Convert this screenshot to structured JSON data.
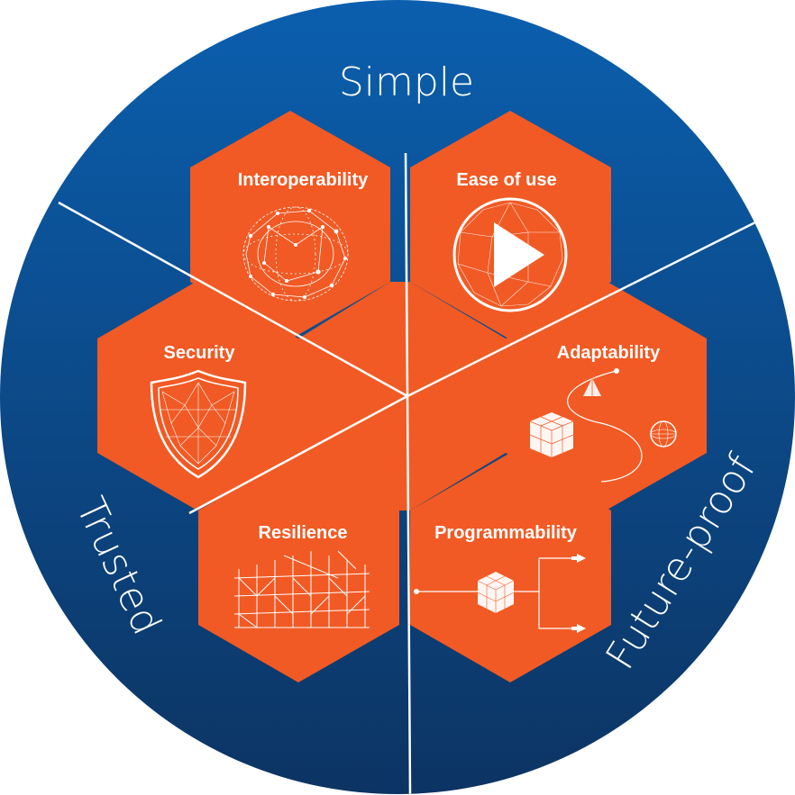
{
  "diagram": {
    "sectors": {
      "top": "Simple",
      "left": "Trusted",
      "right": "Future-proof"
    },
    "hexagons": [
      {
        "id": "interoperability",
        "title": "Interoperability",
        "icon": "sphere-network-icon"
      },
      {
        "id": "ease-of-use",
        "title": "Ease of use",
        "icon": "play-icon"
      },
      {
        "id": "security",
        "title": "Security",
        "icon": "shield-icon"
      },
      {
        "id": "adaptability",
        "title": "Adaptability",
        "icon": "morphing-shapes-icon"
      },
      {
        "id": "resilience",
        "title": "Resilience",
        "icon": "scaffold-icon"
      },
      {
        "id": "programmability",
        "title": "Programmability",
        "icon": "flow-cube-icon"
      }
    ],
    "colors": {
      "circle_top": "#0a5aa8",
      "circle_bottom": "#0d3566",
      "hexagon": "#f15a24",
      "text": "#ffffff"
    }
  }
}
